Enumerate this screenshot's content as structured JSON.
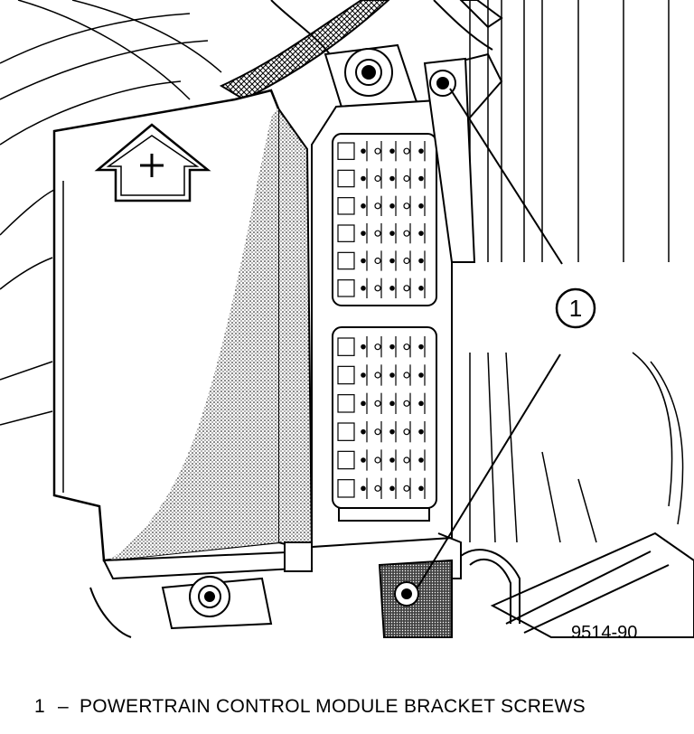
{
  "callout": {
    "number": "1"
  },
  "figure_id": "9514-90",
  "legend": {
    "number": "1",
    "separator": "–",
    "text": "POWERTRAIN CONTROL MODULE BRACKET SCREWS"
  }
}
